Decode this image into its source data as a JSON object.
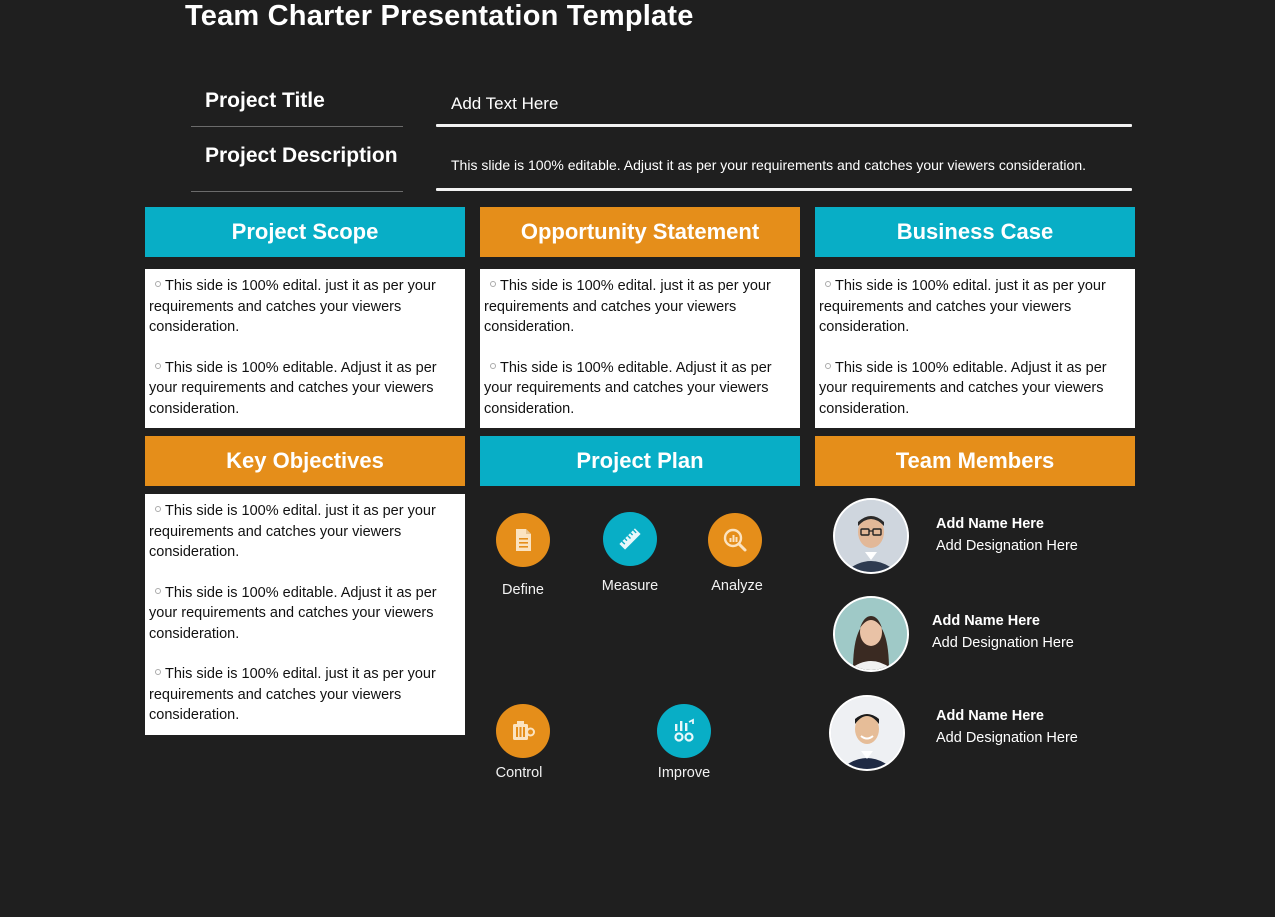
{
  "slide": {
    "title": "Team Charter Presentation Template",
    "colors": {
      "background": "#1f1f1f",
      "teal": "#08aec6",
      "orange": "#e58e1a",
      "white": "#ffffff"
    }
  },
  "project_fields": {
    "title_label": "Project Title",
    "title_value": "Add Text Here",
    "description_label": "Project Description",
    "description_value": "This slide is 100% editable. Adjust it as per your requirements and catches your viewers consideration."
  },
  "sections": {
    "project_scope": {
      "header": "Project Scope",
      "items": [
        "This side is 100% edital. just it as per your requirements and catches your viewers consideration.",
        "This side is 100% editable. Adjust it as per your requirements and catches your viewers consideration."
      ]
    },
    "opportunity_statement": {
      "header": "Opportunity Statement",
      "items": [
        "This side is 100% edital. just it as per your requirements and catches your viewers consideration.",
        "This side is 100% editable. Adjust it as per your requirements and catches your viewers consideration."
      ]
    },
    "business_case": {
      "header": "Business Case",
      "items": [
        "This side is 100% edital. just it as per your requirements and catches your viewers consideration.",
        "This side is 100% editable. Adjust it as per your requirements and catches your viewers consideration."
      ]
    },
    "key_objectives": {
      "header": "Key Objectives",
      "items": [
        "This side is 100% edital. just it as per your requirements and catches your viewers consideration.",
        "This side is 100% editable. Adjust it as per your requirements and catches your viewers consideration.",
        "This side is 100% edital. just it as per your requirements and catches your viewers consideration."
      ]
    },
    "project_plan": {
      "header": "Project Plan",
      "steps": [
        {
          "label": "Define",
          "icon": "document-icon",
          "color": "#e58e1a"
        },
        {
          "label": "Measure",
          "icon": "ruler-icon",
          "color": "#08aec6"
        },
        {
          "label": "Analyze",
          "icon": "magnifier-chart-icon",
          "color": "#e58e1a"
        },
        {
          "label": "Control",
          "icon": "battery-gear-icon",
          "color": "#e58e1a"
        },
        {
          "label": "Improve",
          "icon": "gears-chart-icon",
          "color": "#08aec6"
        }
      ]
    },
    "team_members": {
      "header": "Team Members",
      "members": [
        {
          "name": "Add Name Here",
          "designation": "Add Designation Here",
          "avatar": "man-with-glasses-avatar"
        },
        {
          "name": "Add Name Here",
          "designation": "Add Designation Here",
          "avatar": "woman-avatar"
        },
        {
          "name": "Add Name Here",
          "designation": "Add Designation Here",
          "avatar": "man-smiling-avatar"
        }
      ]
    }
  }
}
